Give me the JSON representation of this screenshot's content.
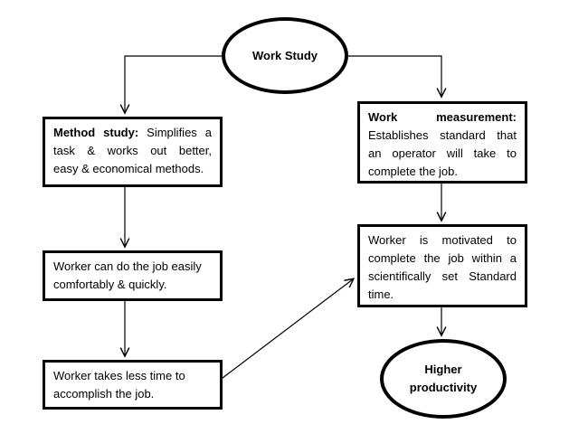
{
  "diagram": {
    "title": "Work study flowchart",
    "colors": {
      "background": "#ffffff",
      "stroke": "#000000",
      "text": "#000000"
    },
    "nodes": {
      "work_study": {
        "type": "ellipse",
        "label": "Work Study"
      },
      "method_study": {
        "type": "rect",
        "title": "Method study:",
        "line1_rest": "Simplifies a",
        "line2": "task & works out better,",
        "line3": "easy & economical methods."
      },
      "work_measurement": {
        "type": "rect",
        "title_word1": "Work",
        "title_word2": "measurement:",
        "line2": "Establishes standard that",
        "line3": "an operator will take to",
        "line4": "complete the job."
      },
      "worker_easily": {
        "type": "rect",
        "line1": "Worker can do the job easily",
        "line2": "comfortably & quickly."
      },
      "worker_motivated": {
        "type": "rect",
        "line1": "Worker is motivated to",
        "line2": "complete the job within a",
        "line3": "scientifically set Standard",
        "line4": "time."
      },
      "worker_less_time": {
        "type": "rect",
        "line1": "Worker takes less time to",
        "line2": "accomplish the job."
      },
      "higher_productivity": {
        "type": "ellipse",
        "line1": "Higher",
        "line2": "productivity"
      }
    },
    "edges": [
      "work_study -> method_study",
      "work_study -> work_measurement",
      "method_study -> worker_easily",
      "worker_easily -> worker_less_time",
      "work_measurement -> worker_motivated",
      "worker_less_time -> worker_motivated",
      "worker_motivated -> higher_productivity"
    ]
  }
}
